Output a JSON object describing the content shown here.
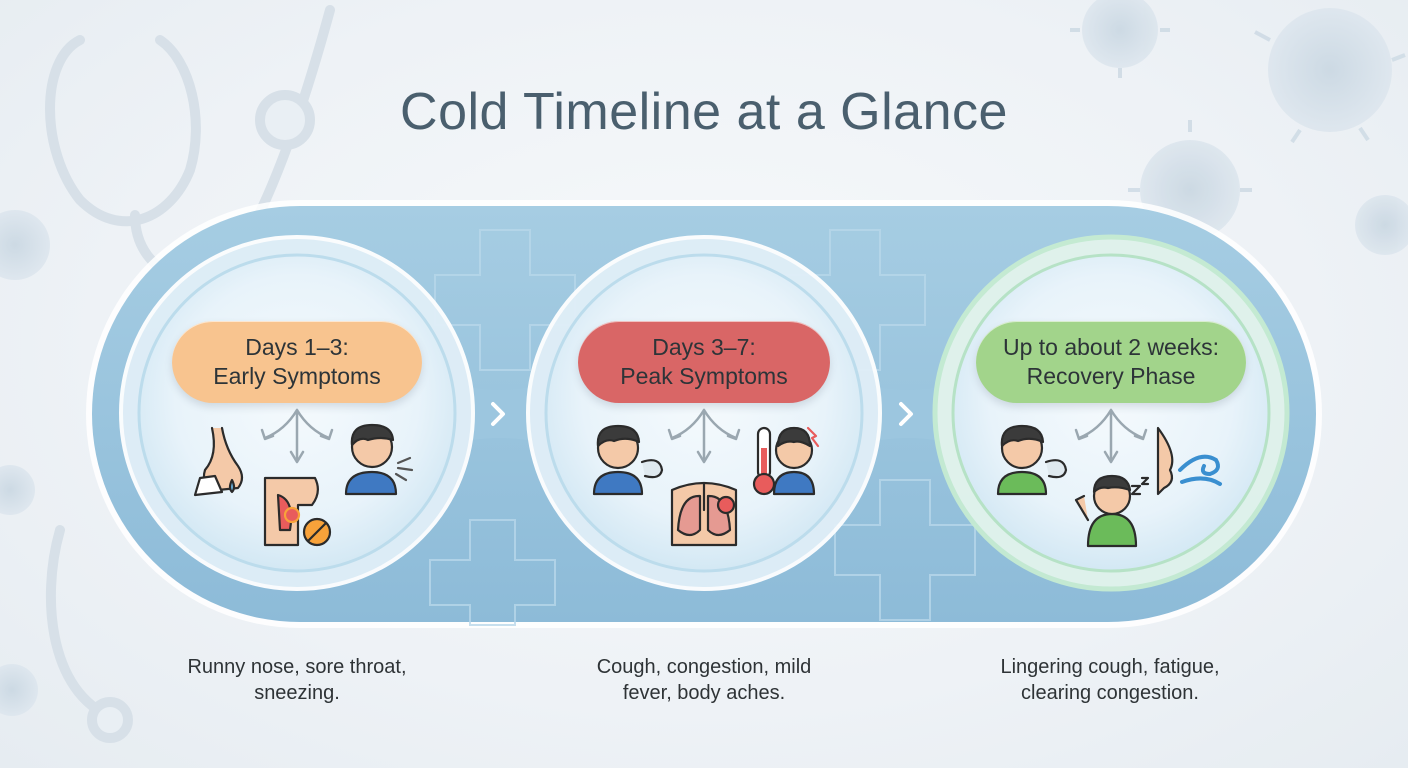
{
  "title": "Cold Timeline at a Glance",
  "stages": [
    {
      "line1": "Days 1–3:",
      "line2": "Early Symptoms",
      "caption_line1": "Runny nose, sore throat,",
      "caption_line2": "sneezing.",
      "color": "#f8c48f"
    },
    {
      "line1": "Days 3–7:",
      "line2": "Peak Symptoms",
      "caption_line1": "Cough, congestion, mild",
      "caption_line2": "fever, body aches.",
      "color": "#d96666"
    },
    {
      "line1": "Up to about 2 weeks:",
      "line2": "Recovery Phase",
      "caption_line1": "Lingering cough, fatigue,",
      "caption_line2": "clearing congestion.",
      "color": "#a2d48b"
    }
  ],
  "icons": {
    "stage1": [
      "runny-nose-icon",
      "sore-throat-icon",
      "sneezing-person-icon"
    ],
    "stage2": [
      "coughing-person-icon",
      "lungs-icon",
      "fever-thermometer-icon"
    ],
    "stage3": [
      "coughing-person-icon",
      "tired-person-icon",
      "clearing-nose-icon"
    ]
  }
}
